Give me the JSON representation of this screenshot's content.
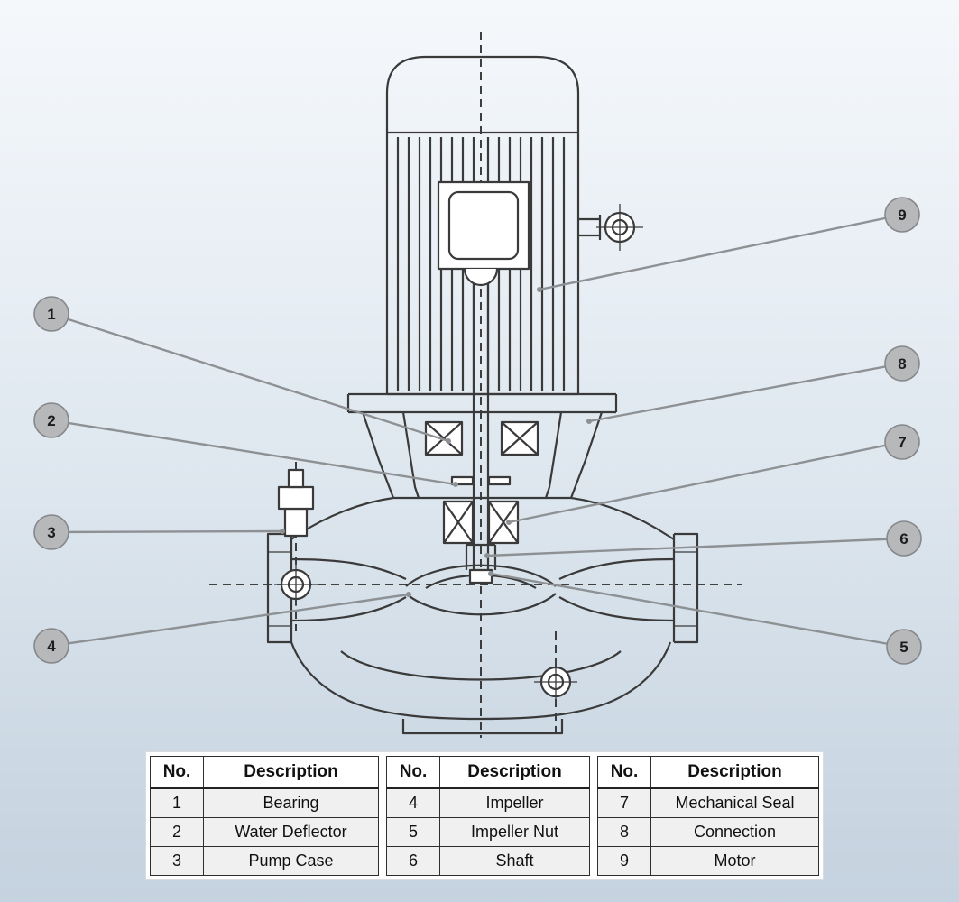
{
  "diagram": {
    "line_color": "#3a3a3a",
    "leader_color": "#8e9194",
    "callout_fill": "#b6b8ba",
    "callout_border": "#85878a"
  },
  "parts": [
    {
      "no": "1",
      "description": "Bearing"
    },
    {
      "no": "2",
      "description": "Water Deflector"
    },
    {
      "no": "3",
      "description": "Pump Case"
    },
    {
      "no": "4",
      "description": "Impeller"
    },
    {
      "no": "5",
      "description": "Impeller Nut"
    },
    {
      "no": "6",
      "description": "Shaft"
    },
    {
      "no": "7",
      "description": "Mechanical Seal"
    },
    {
      "no": "8",
      "description": "Connection"
    },
    {
      "no": "9",
      "description": "Motor"
    }
  ],
  "table": {
    "header": {
      "no": "No.",
      "description": "Description"
    }
  }
}
